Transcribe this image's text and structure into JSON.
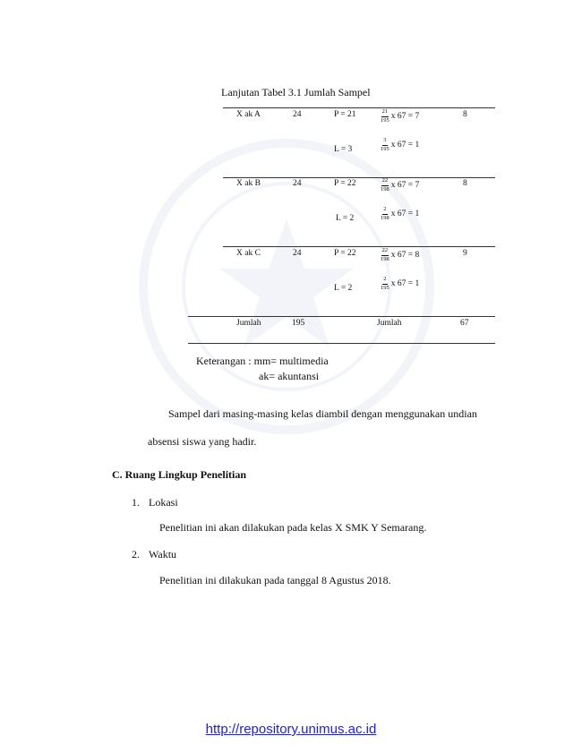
{
  "table": {
    "caption": "Lanjutan Tabel 3.1 Jumlah Sampel",
    "rows": [
      {
        "kelas": "X ak A",
        "jumlah": "24",
        "gender": [
          {
            "label": "P = 21",
            "num": "21",
            "den": "195",
            "expr": "x 67 = 7"
          },
          {
            "label": "L = 3",
            "num": "3",
            "den": "195",
            "expr": "x 67 = 1"
          }
        ],
        "sampel": "8"
      },
      {
        "kelas": "X ak B",
        "jumlah": "24",
        "gender": [
          {
            "label": "P = 22",
            "num": "22",
            "den": "198",
            "expr": "x 67 = 7"
          },
          {
            "label": "L = 2",
            "num": "2",
            "den": "198",
            "expr": "x 67 = 1"
          }
        ],
        "sampel": "8"
      },
      {
        "kelas": "X ak C",
        "jumlah": "24",
        "gender": [
          {
            "label": "P = 22",
            "num": "22",
            "den": "198",
            "expr": "x 67 = 8"
          },
          {
            "label": "L = 2",
            "num": "2",
            "den": "195",
            "expr": "x 67 = 1"
          }
        ],
        "sampel": "9"
      }
    ],
    "total": {
      "label": "Jumlah",
      "jumlah": "195",
      "label2": "Jumlah",
      "sampel": "67"
    }
  },
  "keterangan": {
    "line1": "Keterangan : mm= multimedia",
    "line2": "ak= akuntansi"
  },
  "paragraph": {
    "line1": "Sampel dari masing-masing kelas diambil dengan menggunakan undian",
    "line2": "absensi siswa yang hadir."
  },
  "section": {
    "title": "C.  Ruang Lingkup Penelitian",
    "items": [
      {
        "number": "1.",
        "label": "Lokasi",
        "text": "Penelitian ini akan dilakukan pada kelas X SMK Y  Semarang."
      },
      {
        "number": "2.",
        "label": "Waktu",
        "text": "Penelitian ini dilakukan pada tanggal 8 Agustus 2018."
      }
    ]
  },
  "footer": {
    "link": "http://repository.unimus.ac.id"
  }
}
